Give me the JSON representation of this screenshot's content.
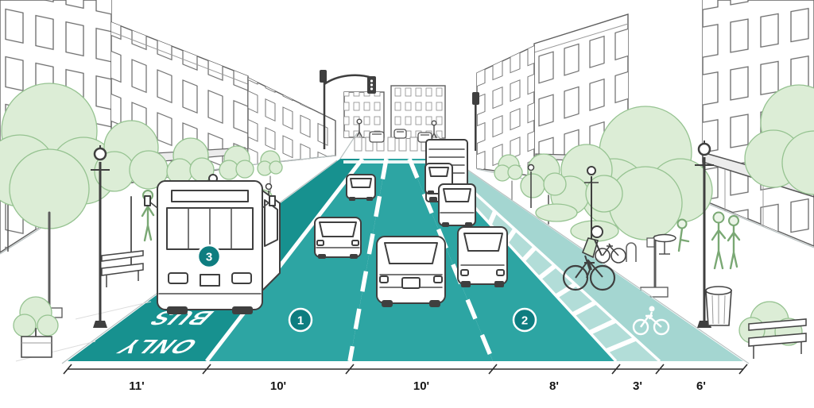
{
  "diagram": {
    "type": "street-cross-section-perspective",
    "road_text": {
      "top": "BUS",
      "bottom": "ONLY"
    },
    "markers": [
      "1",
      "2",
      "3"
    ],
    "dimension_labels": [
      "11'",
      "10'",
      "10'",
      "8'",
      "3'",
      "6'"
    ],
    "lanes": [
      {
        "name": "bus lane",
        "width_label": "11'"
      },
      {
        "name": "travel lane",
        "width_label": "10'"
      },
      {
        "name": "travel lane",
        "width_label": "10'"
      },
      {
        "name": "parking lane",
        "width_label": "8'"
      },
      {
        "name": "buffer",
        "width_label": "3'"
      },
      {
        "name": "bike lane",
        "width_label": "6'"
      }
    ],
    "colors": {
      "bus_lane": "#17918f",
      "travel_lane": "#2da5a3",
      "parking_lane": "#2da5a3",
      "buffer": "#b2ddd8",
      "bike_lane": "#a4d6d1",
      "marker": "#0e7d80",
      "tree_fill": "#dcedd6",
      "line_art": "#3f3f3f",
      "background": "#ffffff"
    }
  }
}
